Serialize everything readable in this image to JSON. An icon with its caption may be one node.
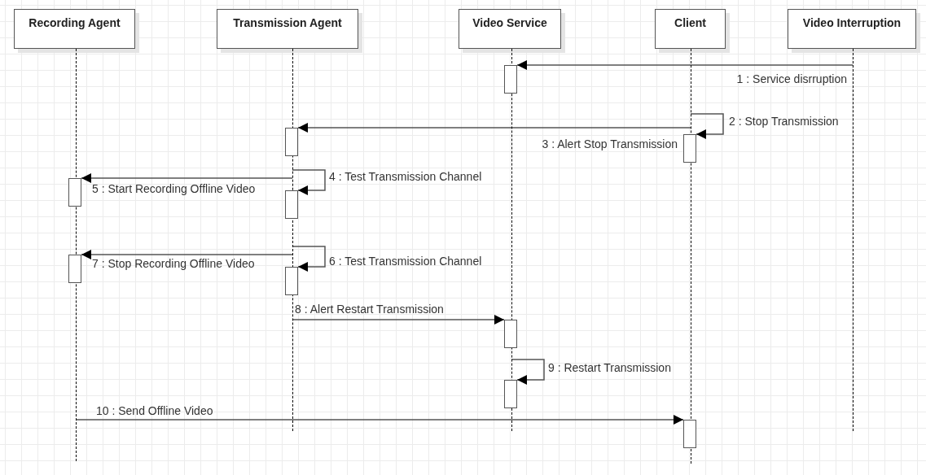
{
  "diagram": {
    "nodes": [
      {
        "text": [
          "Recording Agent"
        ]
      },
      {
        "text": [
          "Transmission Agent"
        ]
      },
      {
        "text": [
          "Video Service"
        ]
      },
      {
        "text": [
          "Client"
        ]
      },
      {
        "text": [
          "Video Interruption"
        ]
      },
      {
        "text": [],
        "shape": "line"
      },
      {
        "text": [],
        "shape": "line"
      },
      {
        "text": [],
        "shape": "line"
      },
      {
        "text": [],
        "shape": "line"
      },
      {
        "text": [],
        "shape": "line"
      },
      {
        "text": [],
        "shape": "bar"
      },
      {
        "text": [],
        "shape": "bar"
      },
      {
        "text": [],
        "shape": "bar"
      },
      {
        "text": [],
        "shape": "bar"
      },
      {
        "text": [],
        "shape": "bar"
      },
      {
        "text": [],
        "shape": "bar"
      },
      {
        "text": [],
        "shape": "bar"
      },
      {
        "text": [],
        "shape": "bar"
      },
      {
        "text": [],
        "shape": "bar"
      },
      {
        "text": [],
        "shape": "bar"
      }
    ],
    "edges": [
      {
        "from": 9,
        "to": 10,
        "arrow": "to",
        "label": "1 : Service disrruption"
      },
      {
        "from": 8,
        "to": 12,
        "arrow": "to",
        "label": "2 : Stop Transmission"
      },
      {
        "from": 8,
        "to": 11,
        "arrow": "to",
        "label": "3 : Alert Stop Transmission"
      },
      {
        "from": 6,
        "to": 14,
        "arrow": "to",
        "label": "4 : Test Transmission Channel"
      },
      {
        "from": 6,
        "to": 13,
        "arrow": "to",
        "label": "5 : Start Recording Offline Video"
      },
      {
        "from": 6,
        "to": 16,
        "arrow": "to",
        "label": "6 : Test Transmission Channel"
      },
      {
        "from": 6,
        "to": 15,
        "arrow": "to",
        "label": "7 : Stop Recording Offline Video"
      },
      {
        "from": 6,
        "to": 17,
        "arrow": "to",
        "label": "8 : Alert Restart Transmission"
      },
      {
        "from": 7,
        "to": 18,
        "arrow": "to",
        "label": "9 : Restart Transmission"
      },
      {
        "from": 5,
        "to": 19,
        "arrow": "to",
        "label": "10 : Send Offline Video"
      }
    ]
  }
}
